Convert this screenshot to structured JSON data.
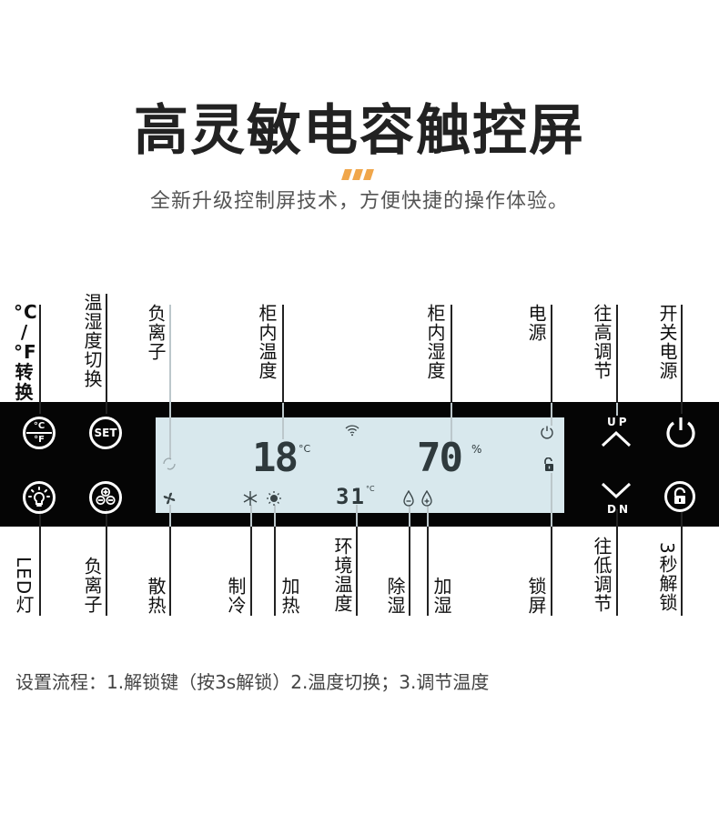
{
  "header": {
    "title": "高灵敏电容触控屏",
    "subtitle": "全新升级控制屏技术，方便快捷的操作体验。",
    "accent_color": "#f0a64a"
  },
  "top_labels": {
    "unit_toggle": "°C/°F转换",
    "temp_humid_switch": "温湿度切换",
    "ionizer": "负离子",
    "cabinet_temp": "柜内温度",
    "cabinet_humidity": "柜内湿度",
    "power": "电源",
    "adjust_up": "往高调节",
    "power_switch": "开关电源"
  },
  "bottom_labels": {
    "led_light": "LED灯",
    "ionizer": "负离子",
    "heat_dissipation": "散热",
    "cooling": "制冷",
    "heating": "加热",
    "ambient_temp": "环境温度",
    "dehumidify": "除湿",
    "humidify": "加湿",
    "screen_lock": "锁屏",
    "adjust_down": "往低调节",
    "unlock_3s": "3秒解锁"
  },
  "buttons": {
    "unit_c": "°C",
    "unit_f": "°F",
    "set": "SET",
    "up": "UP",
    "down": "DN"
  },
  "display": {
    "cabinet_temp": "18",
    "cabinet_temp_unit": "°C",
    "cabinet_humidity": "70",
    "cabinet_humidity_unit": "%",
    "ambient_temp": "31",
    "ambient_temp_unit": "°C",
    "background_color": "#d8e8ed",
    "segment_color": "#2f3a3d"
  },
  "footer": {
    "setup_flow": "设置流程：1.解锁键（按3s解锁）2.温度切换；3.调节温度"
  }
}
